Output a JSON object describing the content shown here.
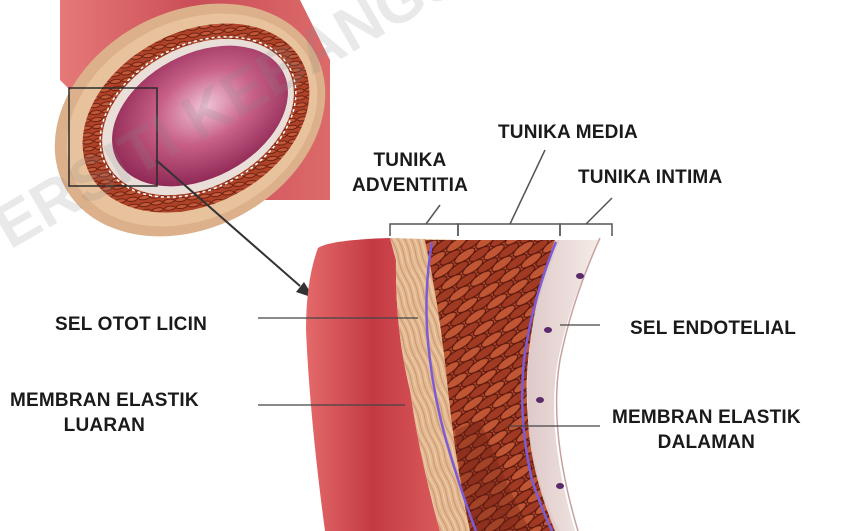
{
  "labels": {
    "tunika_adventitia": [
      "TUNIKA",
      "ADVENTITIA"
    ],
    "tunika_media": "TUNIKA MEDIA",
    "tunika_intima": "TUNIKA INTIMA",
    "sel_otot_licin": "SEL OTOT LICIN",
    "membran_elastik_luaran": [
      "MEMBRAN ELASTIK",
      "LUARAN"
    ],
    "sel_endotelial": "SEL ENDOTELIAL",
    "membran_elastik_dalaman": [
      "MEMBRAN ELASTIK",
      "DALAMAN"
    ]
  },
  "watermark": {
    "text": "ERSITI KEBANGSAAN"
  },
  "colors": {
    "adventitia": "#e0b48c",
    "media": "#b84a2e",
    "media_dark": "#6b1f14",
    "intima": "#e8d6cc",
    "lumen": "#b8244a",
    "elastic_membrane": "#7b5cd6",
    "endothelial_nucleus": "#5b2a6a",
    "outer_vessel": "#d04048",
    "leader_line": "#444444"
  }
}
